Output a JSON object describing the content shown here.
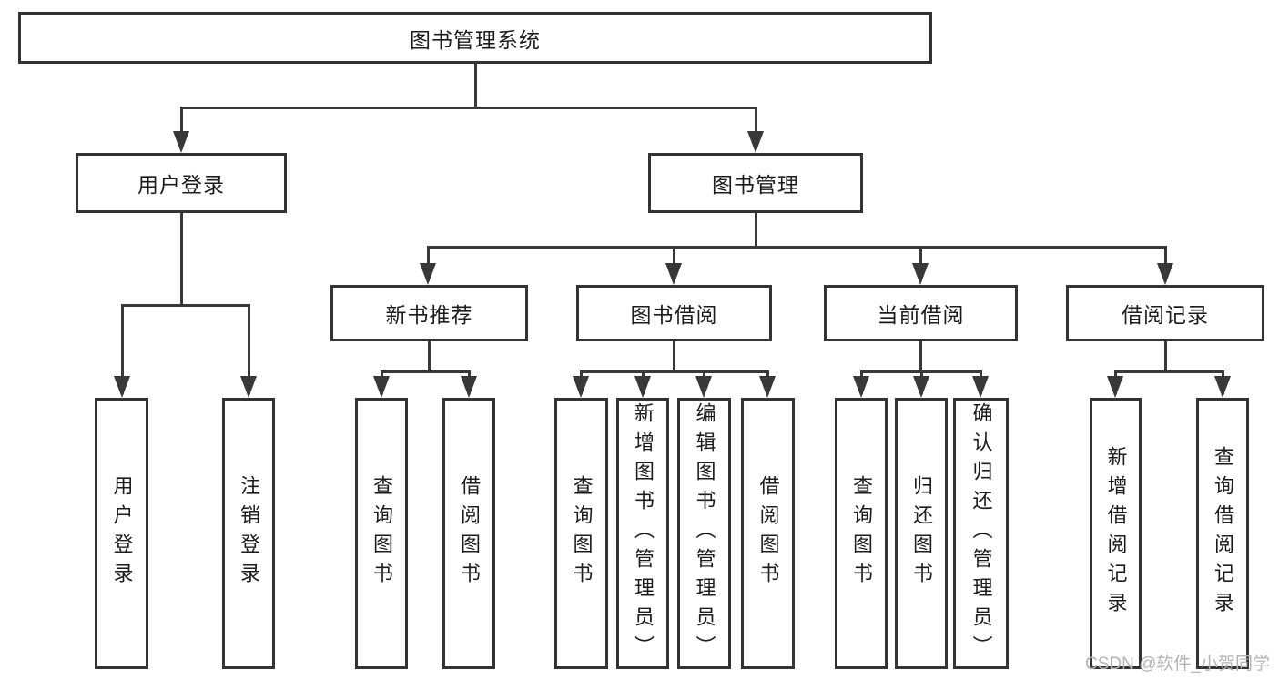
{
  "diagram": {
    "type": "functional-structure-tree",
    "colors": {
      "box_border": "#333333",
      "connector_line": "#383838",
      "text": "#1c1c1c",
      "watermark": "#b4b4b4",
      "background": "#ffffff"
    }
  },
  "tree": {
    "root": {
      "label": "图书管理系统",
      "children": [
        {
          "label": "用户登录",
          "children": [
            {
              "label": "用户登录"
            },
            {
              "label": "注销登录"
            }
          ]
        },
        {
          "label": "图书管理",
          "children": [
            {
              "label": "新书推荐",
              "children": [
                {
                  "label": "查询图书"
                },
                {
                  "label": "借阅图书"
                }
              ]
            },
            {
              "label": "图书借阅",
              "children": [
                {
                  "label": "查询图书"
                },
                {
                  "label": "新增图书（管理员）"
                },
                {
                  "label": "编辑图书（管理员）"
                },
                {
                  "label": "借阅图书"
                }
              ]
            },
            {
              "label": "当前借阅",
              "children": [
                {
                  "label": "查询图书"
                },
                {
                  "label": "归还图书"
                },
                {
                  "label": "确认归还（管理员）"
                }
              ]
            },
            {
              "label": "借阅记录",
              "children": [
                {
                  "label": "新增借阅记录"
                },
                {
                  "label": "查询借阅记录"
                }
              ]
            }
          ]
        }
      ]
    }
  },
  "watermark": "CSDN @软件_小贺同学"
}
